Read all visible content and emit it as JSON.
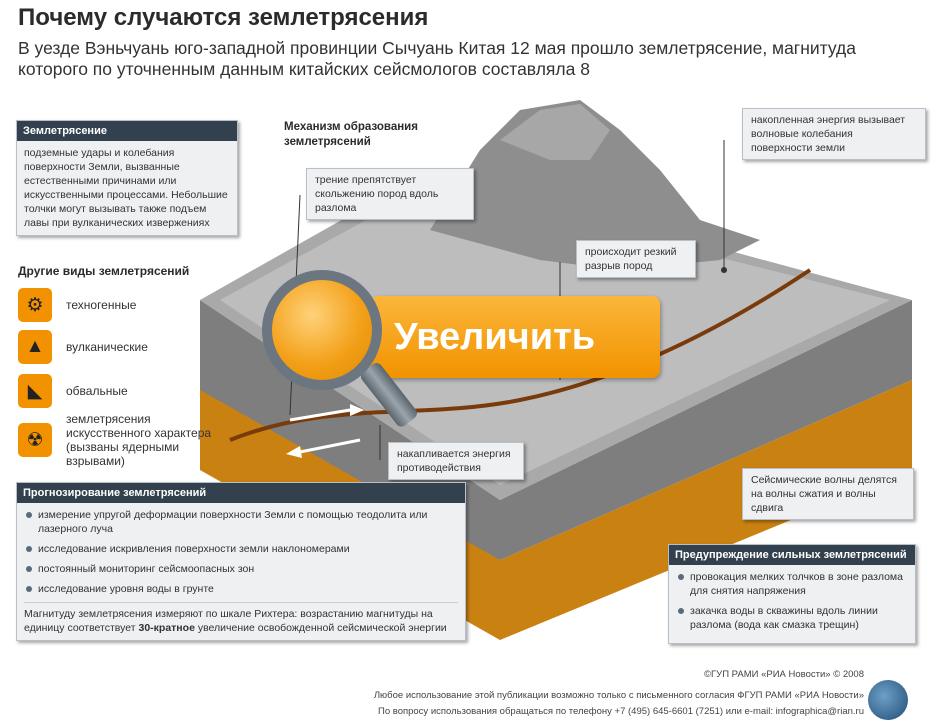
{
  "header": {
    "title": "Почему случаются землетрясения",
    "subtitle": "В уезде Вэньчуань юго-западной провинции Сычуань Китая 12 мая прошло землетрясение, магнитуда которого по уточненным данным китайских сейсмологов составляла 8"
  },
  "definition": {
    "heading": "Землетрясение",
    "text": "подземные удары и колебания поверхности Земли, вызванные естественными причинами или искусственными процессами. Небольшие толчки могут вызывать также подъем лавы при вулканических извержениях"
  },
  "mechanism": {
    "title": "Механизм образования землетрясений"
  },
  "callouts": {
    "friction": "трение препятствует скольжению пород вдоль разлома",
    "rupture": "происходит резкий разрыв пород",
    "energy_out": "накопленная энергия вызывает волновые колебания поверхности земли",
    "energy_build": "накапливается энергия противодействия",
    "waves": "Сейсмические волны делятся на волны сжатия и волны сдвига"
  },
  "kinds": {
    "heading": "Другие виды землетрясений",
    "items": [
      {
        "label": "техногенные",
        "icon": "gears-icon",
        "color": "#f39200"
      },
      {
        "label": "вулканические",
        "icon": "volcano-icon",
        "color": "#f39200"
      },
      {
        "label": "обвальные",
        "icon": "landslide-icon",
        "color": "#f39200"
      },
      {
        "label": "землетрясения искусственного характера (вызваны ядерными взрывами)",
        "icon": "radiation-icon",
        "color": "#f39200"
      }
    ]
  },
  "forecast": {
    "heading": "Прогнозирование землетрясений",
    "items": [
      "измерение упругой деформации поверхности Земли с помощью теодолита или лазерного луча",
      "исследование искривления поверхности земли наклономерами",
      "постоянный мониторинг сейсмоопасных зон",
      "исследование уровня воды в грунте"
    ],
    "note_pre": "Магнитуду землетрясения измеряют по шкале Рихтера: возрастанию магнитуды на единицу соответствует ",
    "note_bold": "30-кратное",
    "note_post": " увеличение освобожденной сейсмической энергии"
  },
  "prevention": {
    "heading": "Предупреждение сильных землетрясений",
    "items": [
      "провокация мелких толчков в зоне разлома для снятия напряжения",
      "закачка воды в скважины вдоль линии разлома (вода как смазка трещин)"
    ]
  },
  "zoom": {
    "label": "Увеличить"
  },
  "footer": {
    "copyright": "©ГУП РАМИ «РИА Новости» © 2008",
    "line1": "Любое использование этой публикации возможно только с письменного согласия ФГУП РАМИ «РИА Новости»",
    "line2": "По вопросу использования обращаться по телефону +7 (495) 645-6601 (7251) или e-mail: infographica@rian.ru"
  },
  "colors": {
    "accent": "#f39200",
    "header_dark": "#33414e",
    "box_bg": "#eef0f2"
  }
}
